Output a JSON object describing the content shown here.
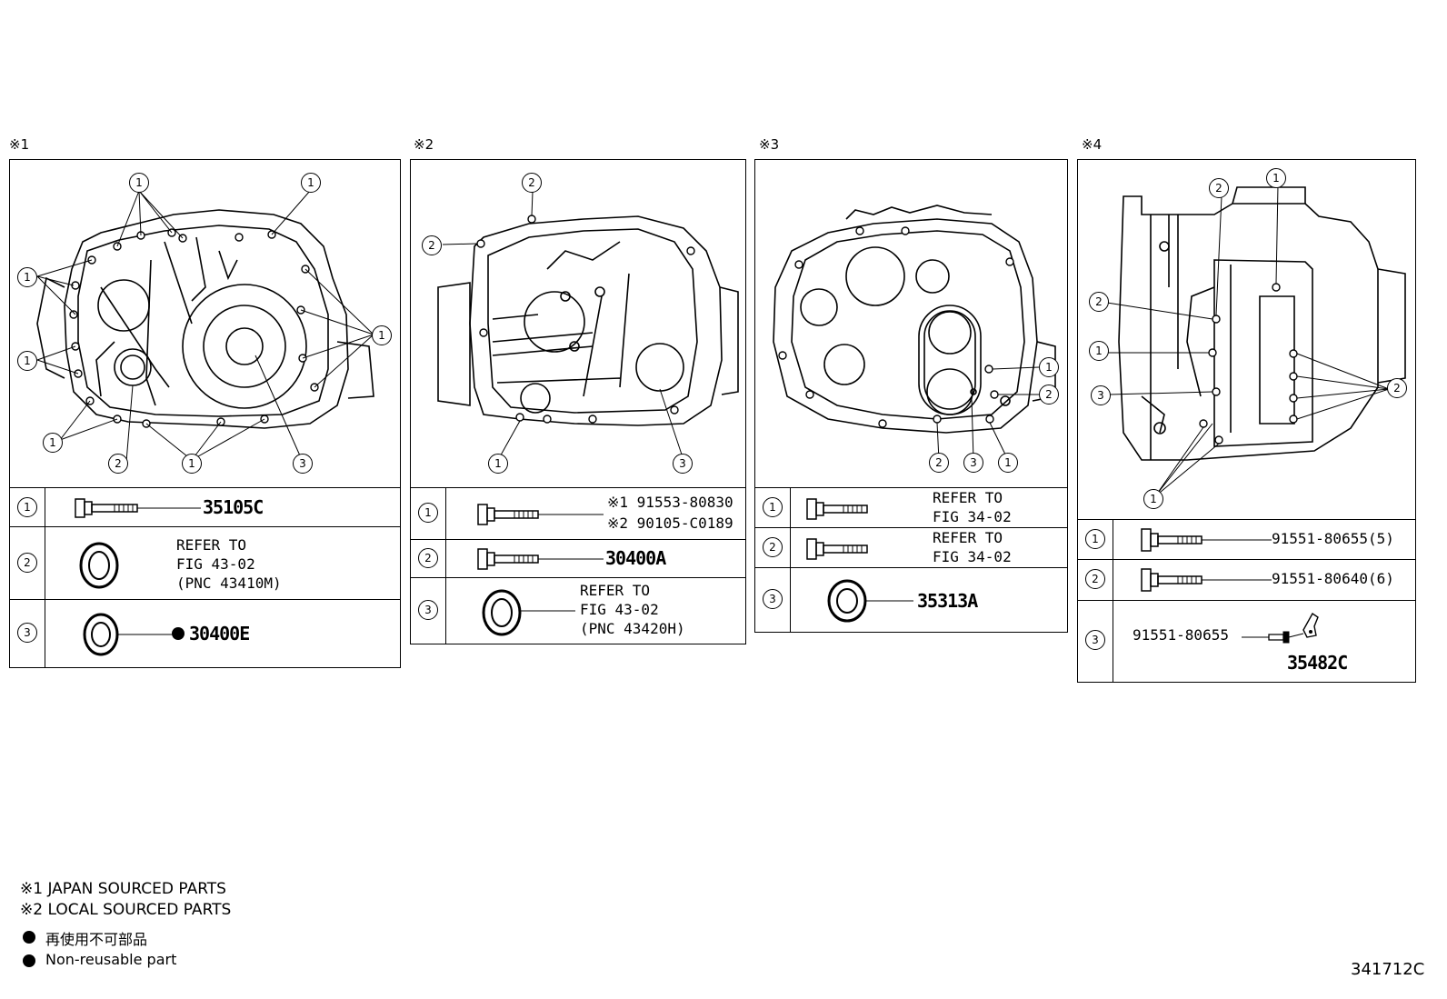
{
  "panels": [
    {
      "mark": "※1",
      "rows": [
        {
          "num": "1",
          "pn": "35105C"
        },
        {
          "num": "2",
          "ref": [
            "REFER TO",
            "FIG 43-02",
            "(PNC 43410M)"
          ]
        },
        {
          "num": "3",
          "pn": "30400E",
          "nonreusable": true
        }
      ]
    },
    {
      "mark": "※2",
      "rows": [
        {
          "num": "1",
          "lines": [
            "※1 91553-80830",
            "※2 90105-C0189"
          ]
        },
        {
          "num": "2",
          "pn": "30400A"
        },
        {
          "num": "3",
          "ref": [
            "REFER TO",
            "FIG 43-02",
            "(PNC 43420H)"
          ]
        }
      ]
    },
    {
      "mark": "※3",
      "rows": [
        {
          "num": "1",
          "ref": [
            "REFER TO",
            "FIG 34-02"
          ]
        },
        {
          "num": "2",
          "ref": [
            "REFER TO",
            "FIG 34-02"
          ]
        },
        {
          "num": "3",
          "pn": "35313A"
        }
      ]
    },
    {
      "mark": "※4",
      "rows": [
        {
          "num": "1",
          "pn": "91551-80655(5)"
        },
        {
          "num": "2",
          "pn": "91551-80640(6)"
        },
        {
          "num": "3",
          "pn": "91551-80655",
          "pn2": "35482C"
        }
      ]
    }
  ],
  "callouts": {
    "p1": [
      "1",
      "1",
      "1",
      "1",
      "1",
      "1",
      "2",
      "1",
      "3"
    ],
    "p2": [
      "2",
      "2",
      "1",
      "3"
    ],
    "p3": [
      "1",
      "2",
      "2",
      "3",
      "1"
    ],
    "p4": [
      "2",
      "1",
      "2",
      "1",
      "3",
      "2",
      "1"
    ]
  },
  "notes": {
    "n1": "※1 JAPAN SOURCED PARTS",
    "n2": "※2 LOCAL SOURCED PARTS",
    "n3": "再使用不可部品",
    "n4": "Non-reusable part"
  },
  "figure_id": "341712C"
}
